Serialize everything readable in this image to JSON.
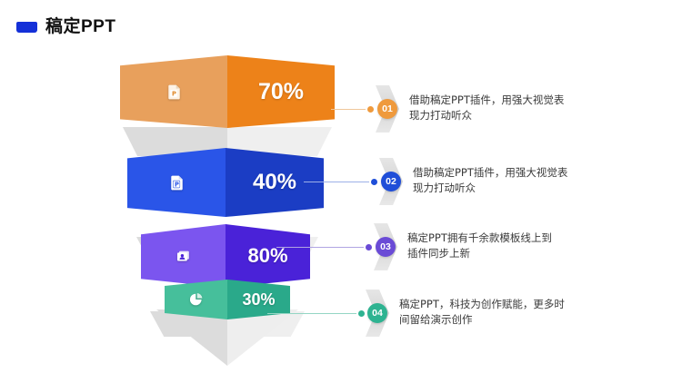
{
  "header": {
    "logo_icon": "rounded-rect-logo-icon",
    "title": "稿定PPT",
    "brand_color": "#1430d8"
  },
  "funnel": {
    "type": "funnel-3d",
    "levels": [
      {
        "index": 1,
        "percent": "70%",
        "icon": "powerpoint-file-icon",
        "color_left": "#e8a05c",
        "color_right": "#ed8219"
      },
      {
        "index": 2,
        "percent": "40%",
        "icon": "powerpoint-file-icon",
        "color_left": "#2a55e8",
        "color_right": "#1b3dc4"
      },
      {
        "index": 3,
        "percent": "80%",
        "icon": "presentation-person-icon",
        "color_left": "#7b55ef",
        "color_right": "#4a22d8"
      },
      {
        "index": 4,
        "percent": "30%",
        "icon": "pie-chart-icon",
        "color_left": "#46bf9b",
        "color_right": "#2aa98a"
      }
    ],
    "shadow_color": "#e3e3e3"
  },
  "items": [
    {
      "number": "01",
      "color": "#ef9a3d",
      "line1": "借助稿定PPT插件，用强大视觉表",
      "line2": "现力打动听众"
    },
    {
      "number": "02",
      "color": "#1f4ed8",
      "line1": "借助稿定PPT插件，用强大视觉表",
      "line2": "现力打动听众"
    },
    {
      "number": "03",
      "color": "#6a4bd6",
      "line1": "稿定PPT拥有千余款模板线上到",
      "line2": "插件同步上新"
    },
    {
      "number": "04",
      "color": "#2eb391",
      "line1": "稿定PPT，科技为创作赋能，更多时",
      "line2": "间留给演示创作"
    }
  ]
}
